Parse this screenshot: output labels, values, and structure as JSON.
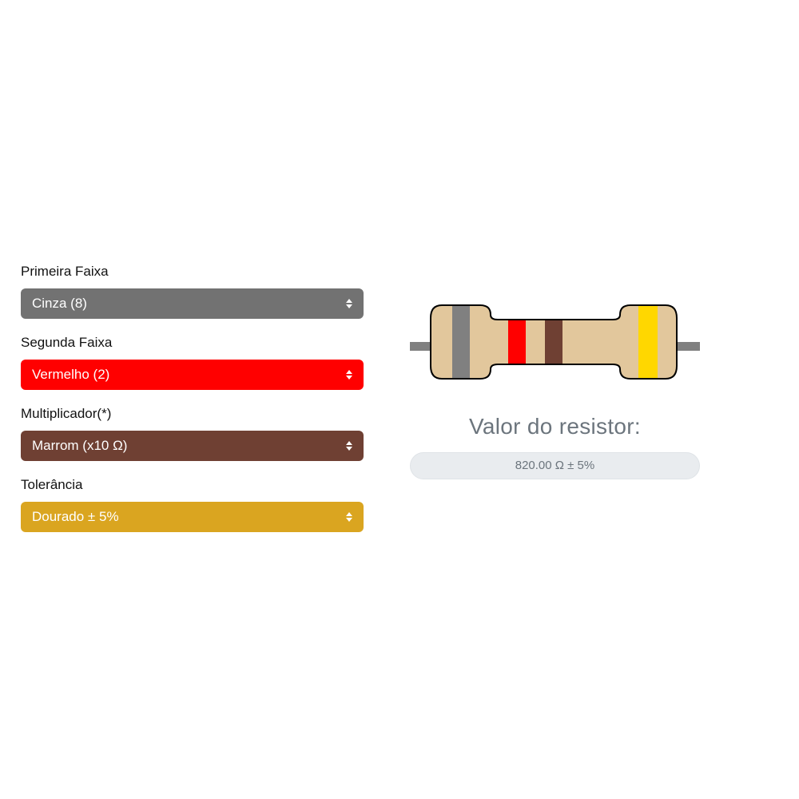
{
  "form": {
    "fields": [
      {
        "label": "Primeira Faixa",
        "value": "Cinza (8)",
        "color": "#727272"
      },
      {
        "label": "Segunda Faixa",
        "value": "Vermelho (2)",
        "color": "#ff0000"
      },
      {
        "label": "Multiplicador(*)",
        "value": "Marrom (x10 Ω)",
        "color": "#6f4033"
      },
      {
        "label": "Tolerância",
        "value": "Dourado ± 5%",
        "color": "#daa520"
      }
    ]
  },
  "resistor": {
    "body_color": "#e2c79c",
    "lead_color": "#808080",
    "bands": [
      {
        "name": "primeira-faixa",
        "color": "#808080"
      },
      {
        "name": "segunda-faixa",
        "color": "#ff0000"
      },
      {
        "name": "multiplicador",
        "color": "#6f4033"
      },
      {
        "name": "tolerancia",
        "color": "#ffd700"
      }
    ]
  },
  "result": {
    "title": "Valor do resistor:",
    "value": "820.00 Ω ± 5%"
  }
}
